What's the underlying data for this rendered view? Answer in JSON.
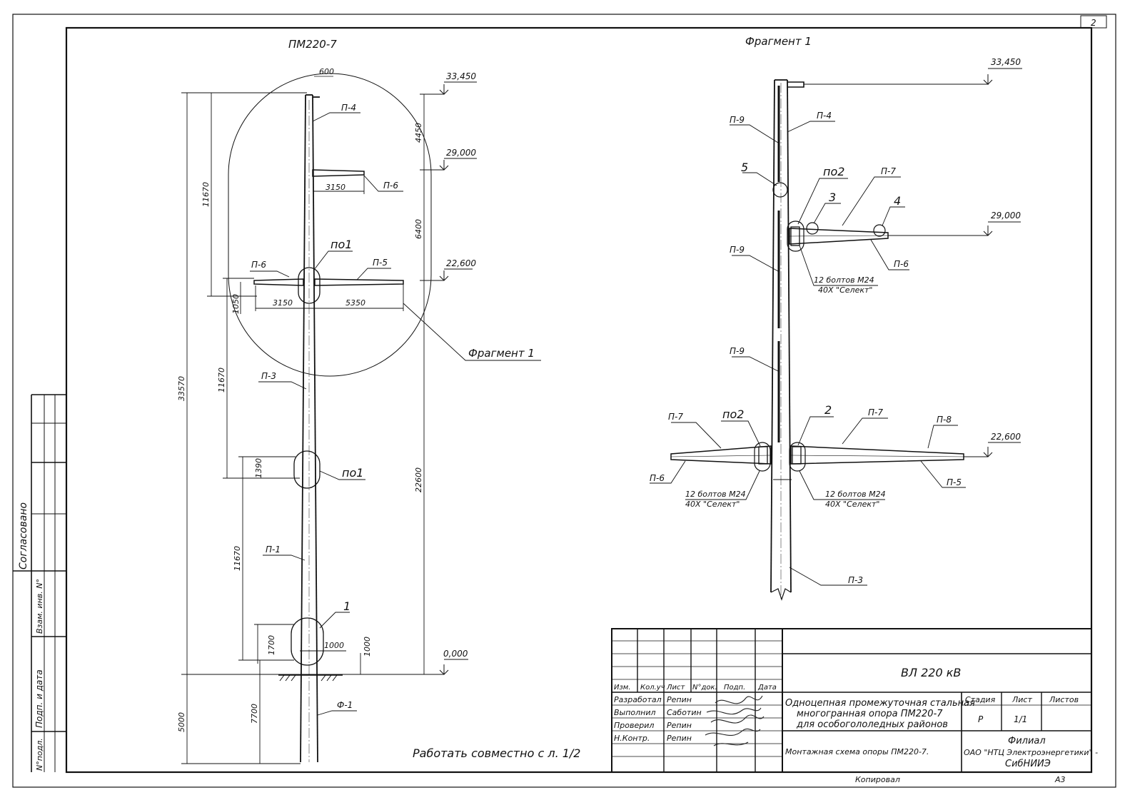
{
  "sheet_number": "2",
  "left_view": {
    "title": "ПМ220-7",
    "elevations": {
      "top": "33,450",
      "upper_arm": "29,000",
      "lower_arm": "22,600",
      "ground": "0,000"
    },
    "dims": {
      "d600": "600",
      "d4450": "4450",
      "d3150a": "3150",
      "d6400": "6400",
      "d3150b": "3150",
      "d5350": "5350",
      "d1050": "1050",
      "d11670a": "11670",
      "d11670b": "11670",
      "d11670c": "11670",
      "d33570": "33570",
      "d1390": "1390",
      "d22600": "22600",
      "d1700": "1700",
      "d1000a": "1000",
      "d1000b": "1000",
      "d5000": "5000",
      "d7700": "7700"
    },
    "labels": {
      "p4": "П-4",
      "p6a": "П-6",
      "p6b": "П-6",
      "p5": "П-5",
      "po1a": "по1",
      "po1b": "по1",
      "p3": "П-3",
      "p1": "П-1",
      "n1": "1",
      "f1": "Ф-1",
      "fragment_ref": "Фрагмент 1"
    }
  },
  "right_view": {
    "title": "Фрагмент 1",
    "elevations": {
      "top": "33,450",
      "upper_arm": "29,000",
      "lower_arm": "22,600"
    },
    "labels": {
      "p9a": "П-9",
      "p4": "П-4",
      "n5": "5",
      "po2a": "по2",
      "p7a": "П-7",
      "n3": "3",
      "n4": "4",
      "p9b": "П-9",
      "p6a": "П-6",
      "bolts1": "12 болтов М24",
      "steel1": "40Х \"Селект\"",
      "p9c": "П-9",
      "p7b": "П-7",
      "po2b": "по2",
      "n2": "2",
      "p7c": "П-7",
      "p8": "П-8",
      "p6b": "П-6",
      "p5": "П-5",
      "bolts2": "12 болтов М24",
      "steel2": "40Х \"Селект\"",
      "bolts3": "12 болтов М24",
      "steel3": "40Х \"Селект\"",
      "p3": "П-3"
    }
  },
  "note": "Работать совместно с л. 1/2",
  "side_stamp": {
    "agreed": "Согласовано",
    "inv_swap": "Взам. инв. N°",
    "sign_date": "Подп. и дата",
    "inv_orig": "N°подл."
  },
  "title_block": {
    "project": "ВЛ 220 кВ",
    "headers": [
      "Изм.",
      "Кол.уч",
      "Лист",
      "N°док.",
      "Подп.",
      "Дата"
    ],
    "roles": [
      {
        "role": "Разработал",
        "name": "Репин"
      },
      {
        "role": "Выполнил",
        "name": "Саботин"
      },
      {
        "role": "Проверил",
        "name": "Репин"
      },
      {
        "role": "Н.Контр.",
        "name": "Репин"
      }
    ],
    "description_lines": [
      "Одноцепная промежуточная стальная",
      "многогранная опора ПМ220-7",
      "для особогололедных районов"
    ],
    "drawing_name": "Монтажная схема опоры ПМ220-7.",
    "stage_label": "Стадия",
    "sheet_label": "Лист",
    "sheets_label": "Листов",
    "stage_value": "Р",
    "sheet_value": "1/1",
    "org_lines": [
      "Филиал",
      "ОАО \"НТЦ Электроэнергетики\" -",
      "СибНИИЭ"
    ],
    "copied": "Копировал",
    "format": "А3"
  }
}
